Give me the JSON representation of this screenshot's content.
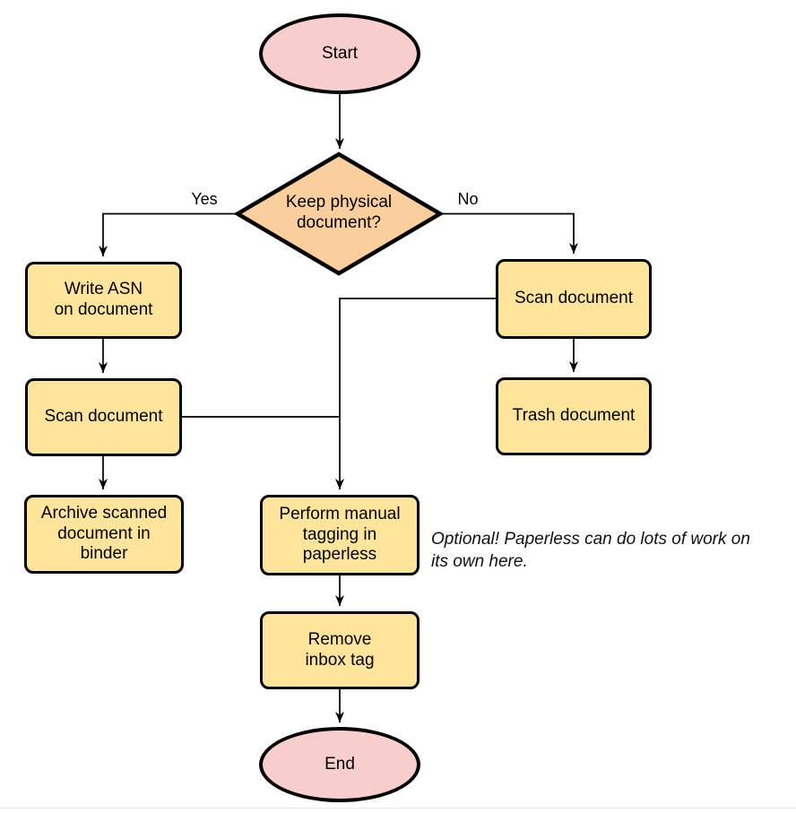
{
  "diagram": {
    "type": "flowchart",
    "nodes": {
      "start": {
        "label": "Start",
        "shape": "terminator"
      },
      "decision": {
        "label": "Keep physical\ndocument?",
        "shape": "decision"
      },
      "write_asn": {
        "label": "Write ASN\non document",
        "shape": "process"
      },
      "scan_left": {
        "label": "Scan document",
        "shape": "process"
      },
      "archive": {
        "label": "Archive scanned\ndocument in\nbinder",
        "shape": "process"
      },
      "scan_right": {
        "label": "Scan document",
        "shape": "process"
      },
      "trash": {
        "label": "Trash document",
        "shape": "process"
      },
      "tagging": {
        "label": "Perform manual\ntagging in\npaperless",
        "shape": "process"
      },
      "remove_inbox": {
        "label": "Remove\ninbox tag",
        "shape": "process"
      },
      "end": {
        "label": "End",
        "shape": "terminator"
      }
    },
    "edge_labels": {
      "yes": "Yes",
      "no": "No"
    },
    "edges": [
      "start -> decision",
      "decision -> write_asn (Yes)",
      "decision -> scan_right (No)",
      "write_asn -> scan_left",
      "scan_left -> archive",
      "scan_right -> trash",
      "scan_right -> tagging",
      "scan_left -> tagging",
      "tagging -> remove_inbox",
      "remove_inbox -> end"
    ],
    "note": "Optional! Paperless can do lots of work on\nits own here.",
    "colors": {
      "terminator_fill": "#f8cecc",
      "decision_fill": "#fbce9d",
      "process_fill": "#ffe49c",
      "stroke": "#000000",
      "text": "#000000"
    }
  }
}
